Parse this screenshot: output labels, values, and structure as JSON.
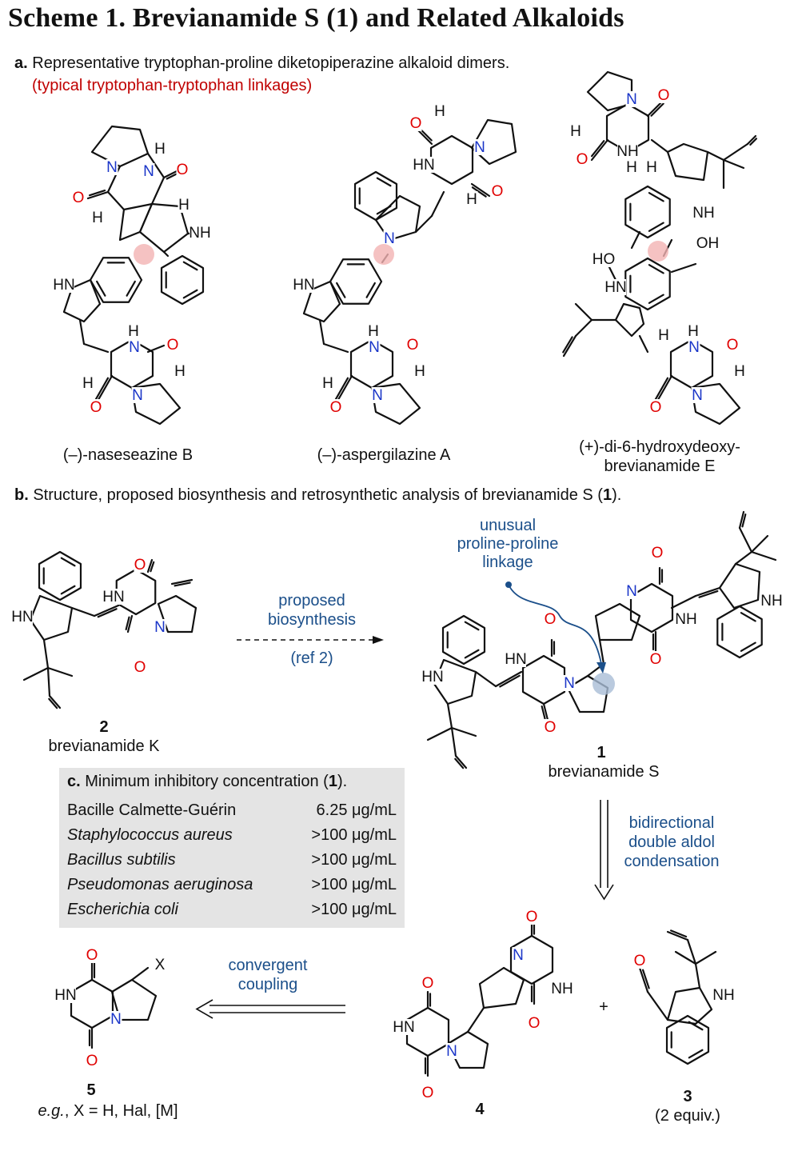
{
  "title": "Scheme 1. Brevianamide S (1) and Related Alkaloids",
  "section_a": {
    "label": "a.",
    "text": "Representative tryptophan-proline diketopiperazine alkaloid dimers.",
    "note": "(typical tryptophan-tryptophan linkages)",
    "compounds": [
      {
        "name": "(–)-naseseazine B"
      },
      {
        "name": "(–)-aspergilazine A"
      },
      {
        "name_line1": "(+)-di-6-hydroxydeoxy-",
        "name_line2": "brevianamide E"
      }
    ]
  },
  "section_b": {
    "label": "b.",
    "text": "Structure, proposed biosynthesis and retrosynthetic analysis of brevianamide S (",
    "text_num": "1",
    "text_end": ").",
    "annotation": [
      "unusual",
      "proline-proline",
      "linkage"
    ],
    "arrow_label": [
      "proposed",
      "biosynthesis",
      "(ref 2)"
    ],
    "retro_label": [
      "bidirectional",
      "double aldol",
      "condensation"
    ],
    "coupling_label": [
      "convergent",
      "coupling"
    ],
    "compound2": {
      "num": "2",
      "name": "brevianamide K"
    },
    "compound1": {
      "num": "1",
      "name": "brevianamide S"
    },
    "compound4": {
      "num": "4"
    },
    "compound3": {
      "num": "3",
      "note": "(2 equiv.)"
    },
    "compound5": {
      "num": "5",
      "note_ital": "e.g.",
      "note_rest": ", X = H, Hal, [M]"
    },
    "plus": "+"
  },
  "section_c": {
    "label": "c.",
    "text": "Minimum inhibitory concentration (",
    "text_num": "1",
    "text_end": ").",
    "rows": [
      {
        "organism": "Bacille Calmette-Guérin",
        "value": "6.25 μg/mL",
        "italic": false
      },
      {
        "organism": "Staphylococcus aureus",
        "value": ">100 μg/mL",
        "italic": true
      },
      {
        "organism": "Bacillus subtilis",
        "value": ">100 μg/mL",
        "italic": true
      },
      {
        "organism": "Pseudomonas aeruginosa",
        "value": ">100 μg/mL",
        "italic": true
      },
      {
        "organism": "Escherichia coli",
        "value": ">100 μg/mL",
        "italic": true
      }
    ]
  },
  "atoms": {
    "N": "N",
    "O": "O",
    "H": "H",
    "HN": "HN",
    "NH": "NH",
    "HO": "HO",
    "OH": "OH",
    "X": "X"
  }
}
